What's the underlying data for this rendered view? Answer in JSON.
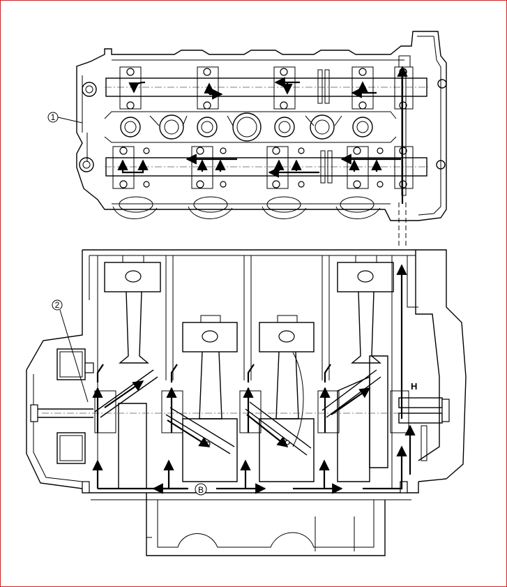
{
  "callouts": [
    {
      "text": "1"
    },
    {
      "text": "2"
    }
  ],
  "labels": {
    "b": "B",
    "h": "H"
  },
  "colors": {
    "line": "#000000",
    "border": "#cc2222",
    "background": "#ffffff"
  }
}
